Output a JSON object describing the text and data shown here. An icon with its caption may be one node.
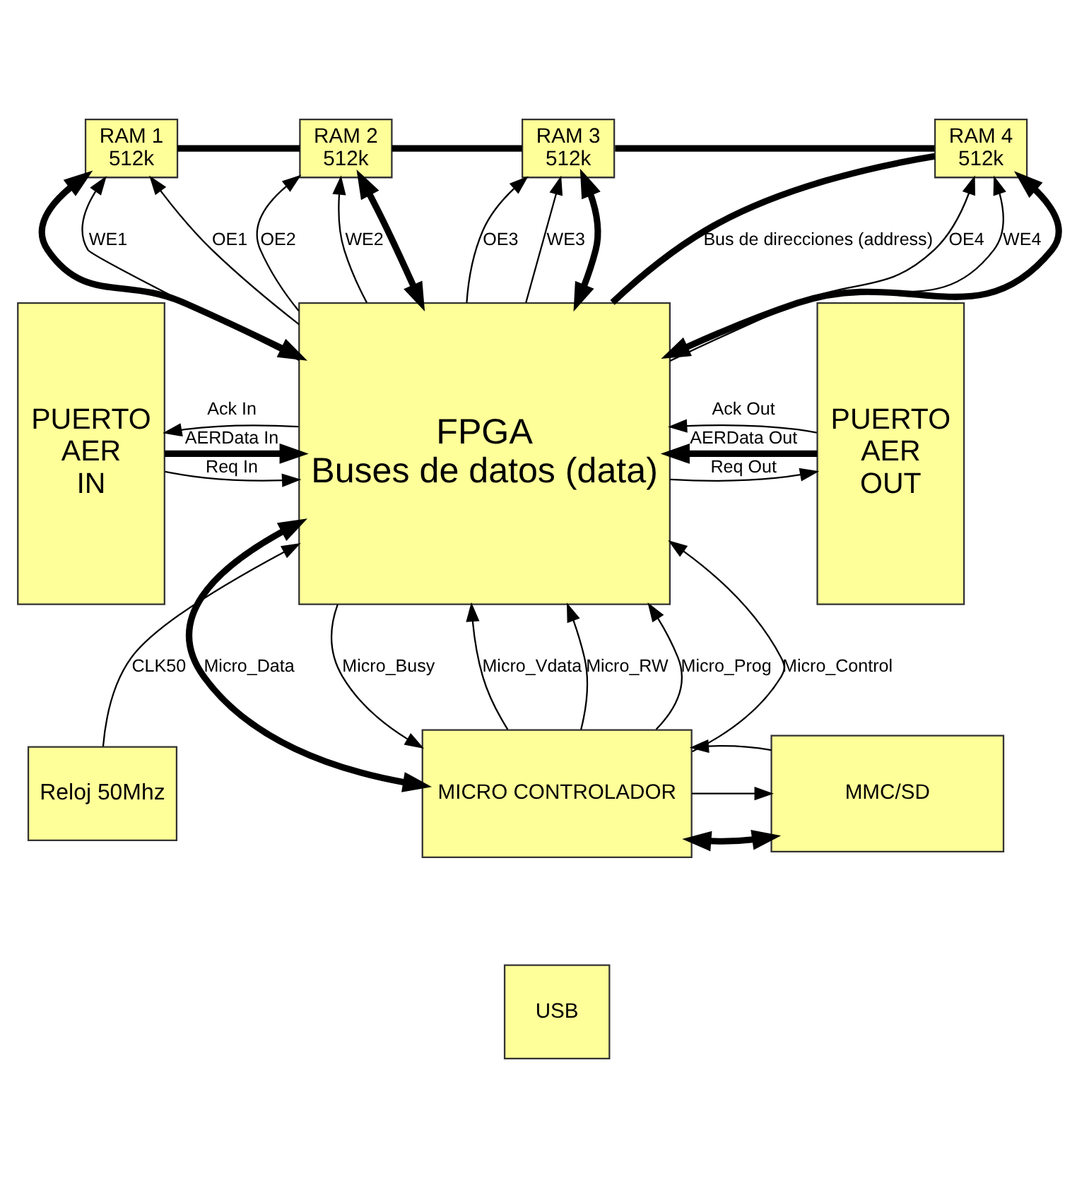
{
  "diagram": {
    "nodes": [
      {
        "text": [
          "RAM 1",
          "512k"
        ]
      },
      {
        "text": [
          "RAM 2",
          "512k"
        ]
      },
      {
        "text": [
          "RAM 3",
          "512k"
        ]
      },
      {
        "text": [
          "RAM 4",
          "512k"
        ]
      },
      {
        "text": [
          "PUERTO AER IN"
        ]
      },
      {
        "text": [
          "FPGA",
          "Buses de datos (data)"
        ]
      },
      {
        "text": [
          "PUERTO AER OUT"
        ]
      },
      {
        "text": [
          "Reloj 50Mhz"
        ]
      },
      {
        "text": [
          "MICRO CONTROLADOR"
        ]
      },
      {
        "text": [
          "MMC/SD"
        ]
      },
      {
        "text": [
          "USB"
        ]
      }
    ],
    "edges": [
      {
        "from": 0,
        "to": 1,
        "arrow": "none",
        "style": "thick"
      },
      {
        "from": 1,
        "to": 2,
        "arrow": "none",
        "style": "thick"
      },
      {
        "from": 2,
        "to": 3,
        "arrow": "none",
        "style": "thick"
      },
      {
        "from": 5,
        "to": 3,
        "arrow": "none",
        "style": "thick",
        "label": "Bus de direcciones (address)"
      },
      {
        "from": 5,
        "to": 0,
        "arrow": "both",
        "style": "thick"
      },
      {
        "from": 5,
        "to": 0,
        "arrow": "to",
        "label": "WE1"
      },
      {
        "from": 5,
        "to": 0,
        "arrow": "to",
        "label": "OE1"
      },
      {
        "from": 5,
        "to": 1,
        "arrow": "to",
        "label": "OE2"
      },
      {
        "from": 5,
        "to": 1,
        "arrow": "to",
        "label": "WE2"
      },
      {
        "from": 5,
        "to": 1,
        "arrow": "both",
        "style": "thick"
      },
      {
        "from": 5,
        "to": 2,
        "arrow": "to",
        "label": "OE3"
      },
      {
        "from": 5,
        "to": 2,
        "arrow": "to",
        "label": "WE3"
      },
      {
        "from": 5,
        "to": 2,
        "arrow": "both",
        "style": "thick"
      },
      {
        "from": 5,
        "to": 3,
        "arrow": "to",
        "label": "OE4"
      },
      {
        "from": 5,
        "to": 3,
        "arrow": "to",
        "label": "WE4"
      },
      {
        "from": 5,
        "to": 3,
        "arrow": "both",
        "style": "thick"
      },
      {
        "from": 4,
        "to": 5,
        "arrow": "to",
        "style": "thick",
        "label": "AERData In"
      },
      {
        "from": 4,
        "to": 5,
        "arrow": "to",
        "label": "Req In"
      },
      {
        "from": 5,
        "to": 4,
        "arrow": "to",
        "label": "Ack In"
      },
      {
        "from": 5,
        "to": 6,
        "arrow": "to",
        "label": "Req Out"
      },
      {
        "from": 6,
        "to": 5,
        "arrow": "to",
        "style": "thick",
        "label": "AERData Out"
      },
      {
        "from": 6,
        "to": 5,
        "arrow": "to",
        "label": "Ack Out"
      },
      {
        "from": 5,
        "to": 8,
        "arrow": "both",
        "style": "thick",
        "label": "Micro_Data"
      },
      {
        "from": 5,
        "to": 8,
        "arrow": "to",
        "label": "Micro_Busy"
      },
      {
        "from": 8,
        "to": 5,
        "arrow": "to",
        "label": "Micro_Vdata"
      },
      {
        "from": 8,
        "to": 5,
        "arrow": "to",
        "label": "Micro_RW"
      },
      {
        "from": 8,
        "to": 5,
        "arrow": "to",
        "label": "Micro_Prog"
      },
      {
        "from": 8,
        "to": 5,
        "arrow": "to",
        "label": "Micro_Control"
      },
      {
        "from": 7,
        "to": 5,
        "arrow": "to",
        "label": "CLK50"
      },
      {
        "from": 8,
        "to": 9,
        "arrow": "both",
        "style": "thick"
      },
      {
        "from": 8,
        "to": 9,
        "arrow": "to"
      },
      {
        "from": 9,
        "to": 8,
        "arrow": "to"
      }
    ]
  }
}
